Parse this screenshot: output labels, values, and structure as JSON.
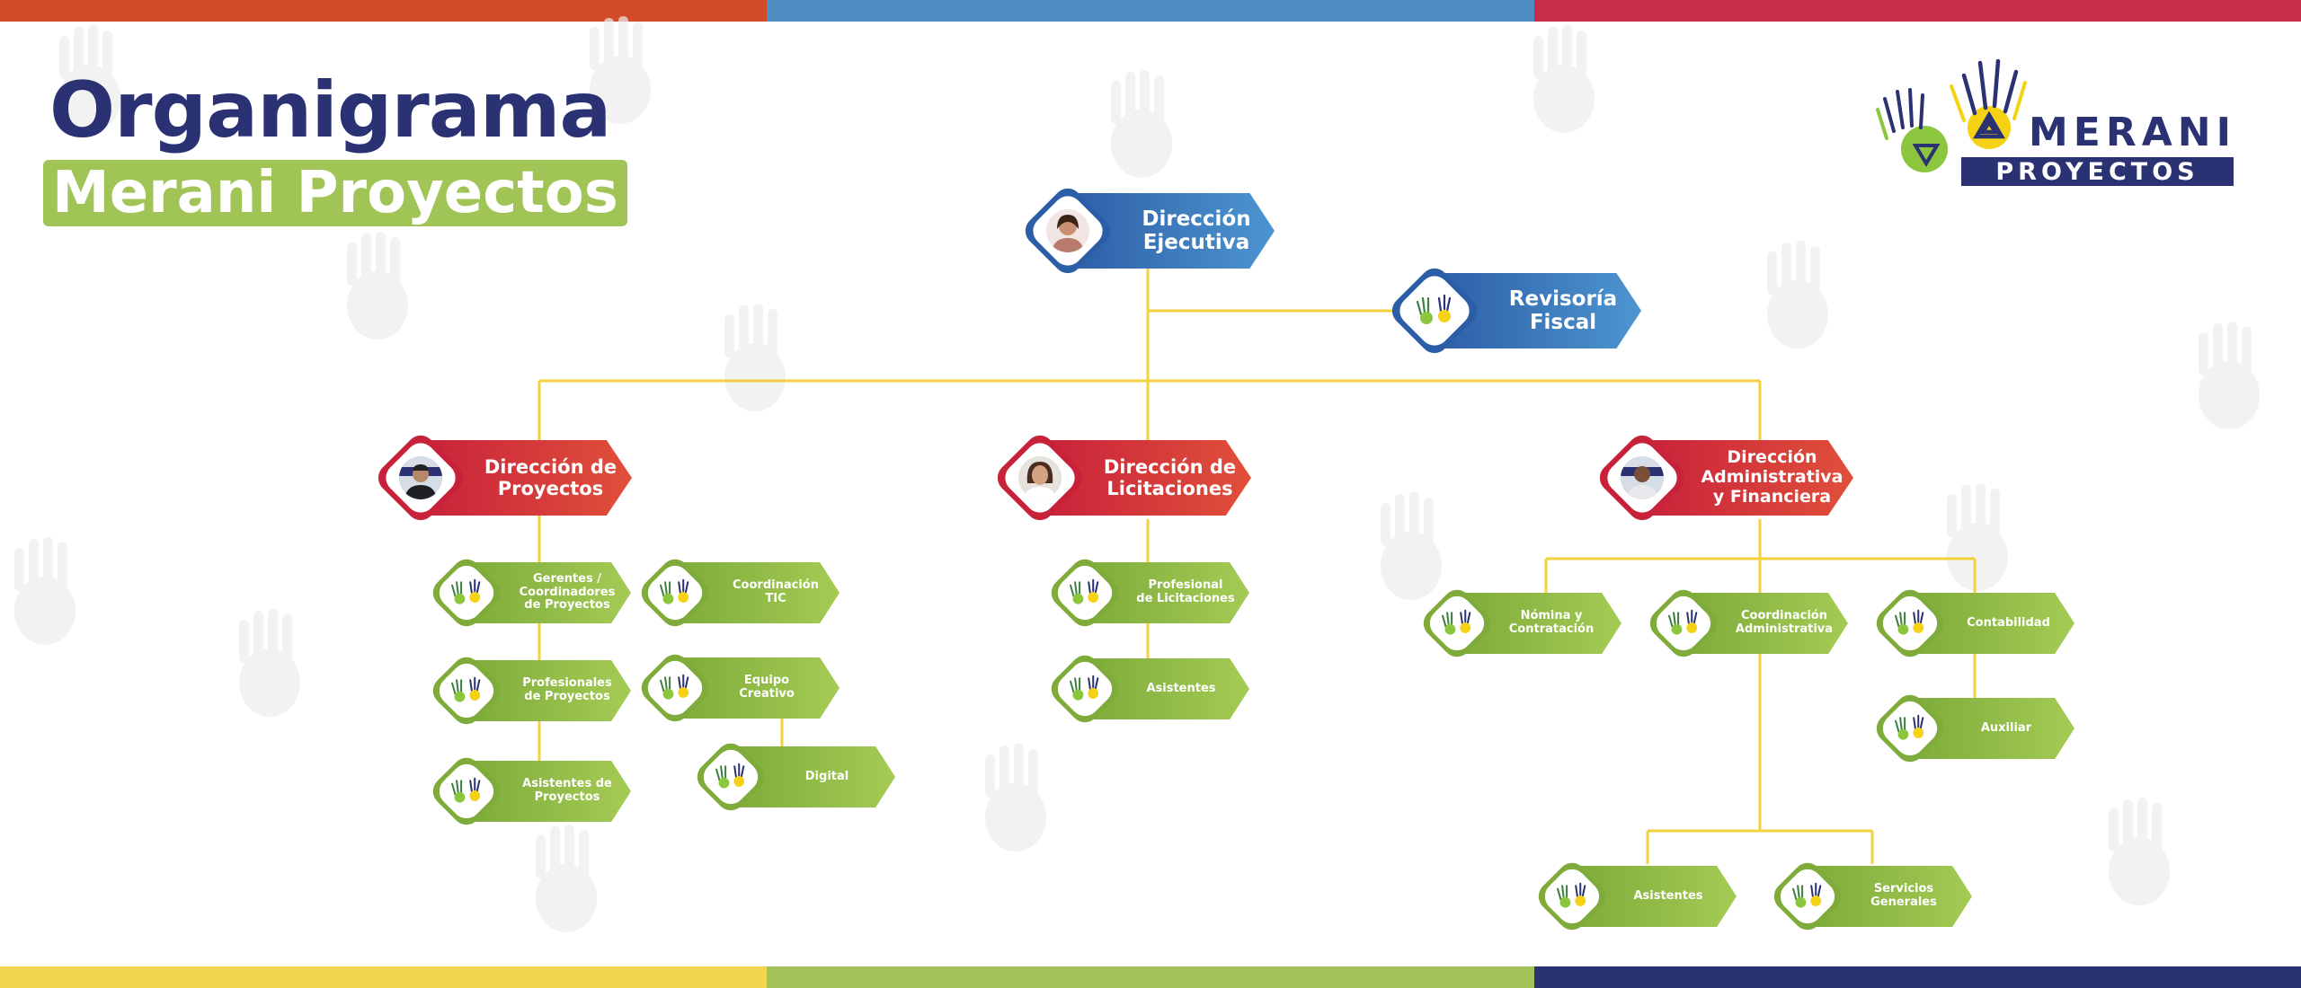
{
  "header": {
    "title": "Organigrama",
    "subtitle": "Merani Proyectos"
  },
  "logo": {
    "word_top": "MERANI",
    "word_bottom": "PROYECTOS"
  },
  "colors": {
    "blue": "#3f7fc0",
    "red": "#d9343e",
    "green": "#97bf4a",
    "line": "#f2d23f",
    "navy": "#2a3273",
    "top_bar": [
      "#d24a2a",
      "#4f8ec3",
      "#c72c49"
    ],
    "bottom_bar": [
      "#f3d54f",
      "#a3c35a",
      "#2a3271"
    ]
  },
  "nodes": {
    "direccion_ejecutiva": "Dirección\nEjecutiva",
    "revisoria_fiscal": "Revisoría\nFiscal",
    "direccion_proyectos": "Dirección de\nProyectos",
    "direccion_licitaciones": "Dirección de\nLicitaciones",
    "direccion_administrativa": "Dirección\nAdministrativa\ny Financiera",
    "gerentes": "Gerentes /\nCoordinadores\nde Proyectos",
    "profesionales_proyectos": "Profesionales\nde Proyectos",
    "asistentes_proyectos": "Asistentes de\nProyectos",
    "coordinacion_tic": "Coordinación\nTIC",
    "equipo_creativo": "Equipo\nCreativo",
    "digital": "Digital",
    "profesional_licitaciones": "Profesional\nde Licitaciones",
    "asistentes_licitaciones": "Asistentes",
    "nomina": "Nómina y\nContratación",
    "coordinacion_administrativa": "Coordinación\nAdministrativa",
    "contabilidad": "Contabilidad",
    "auxiliar": "Auxiliar",
    "asistentes_admin": "Asistentes",
    "servicios_generales": "Servicios\nGenerales"
  }
}
